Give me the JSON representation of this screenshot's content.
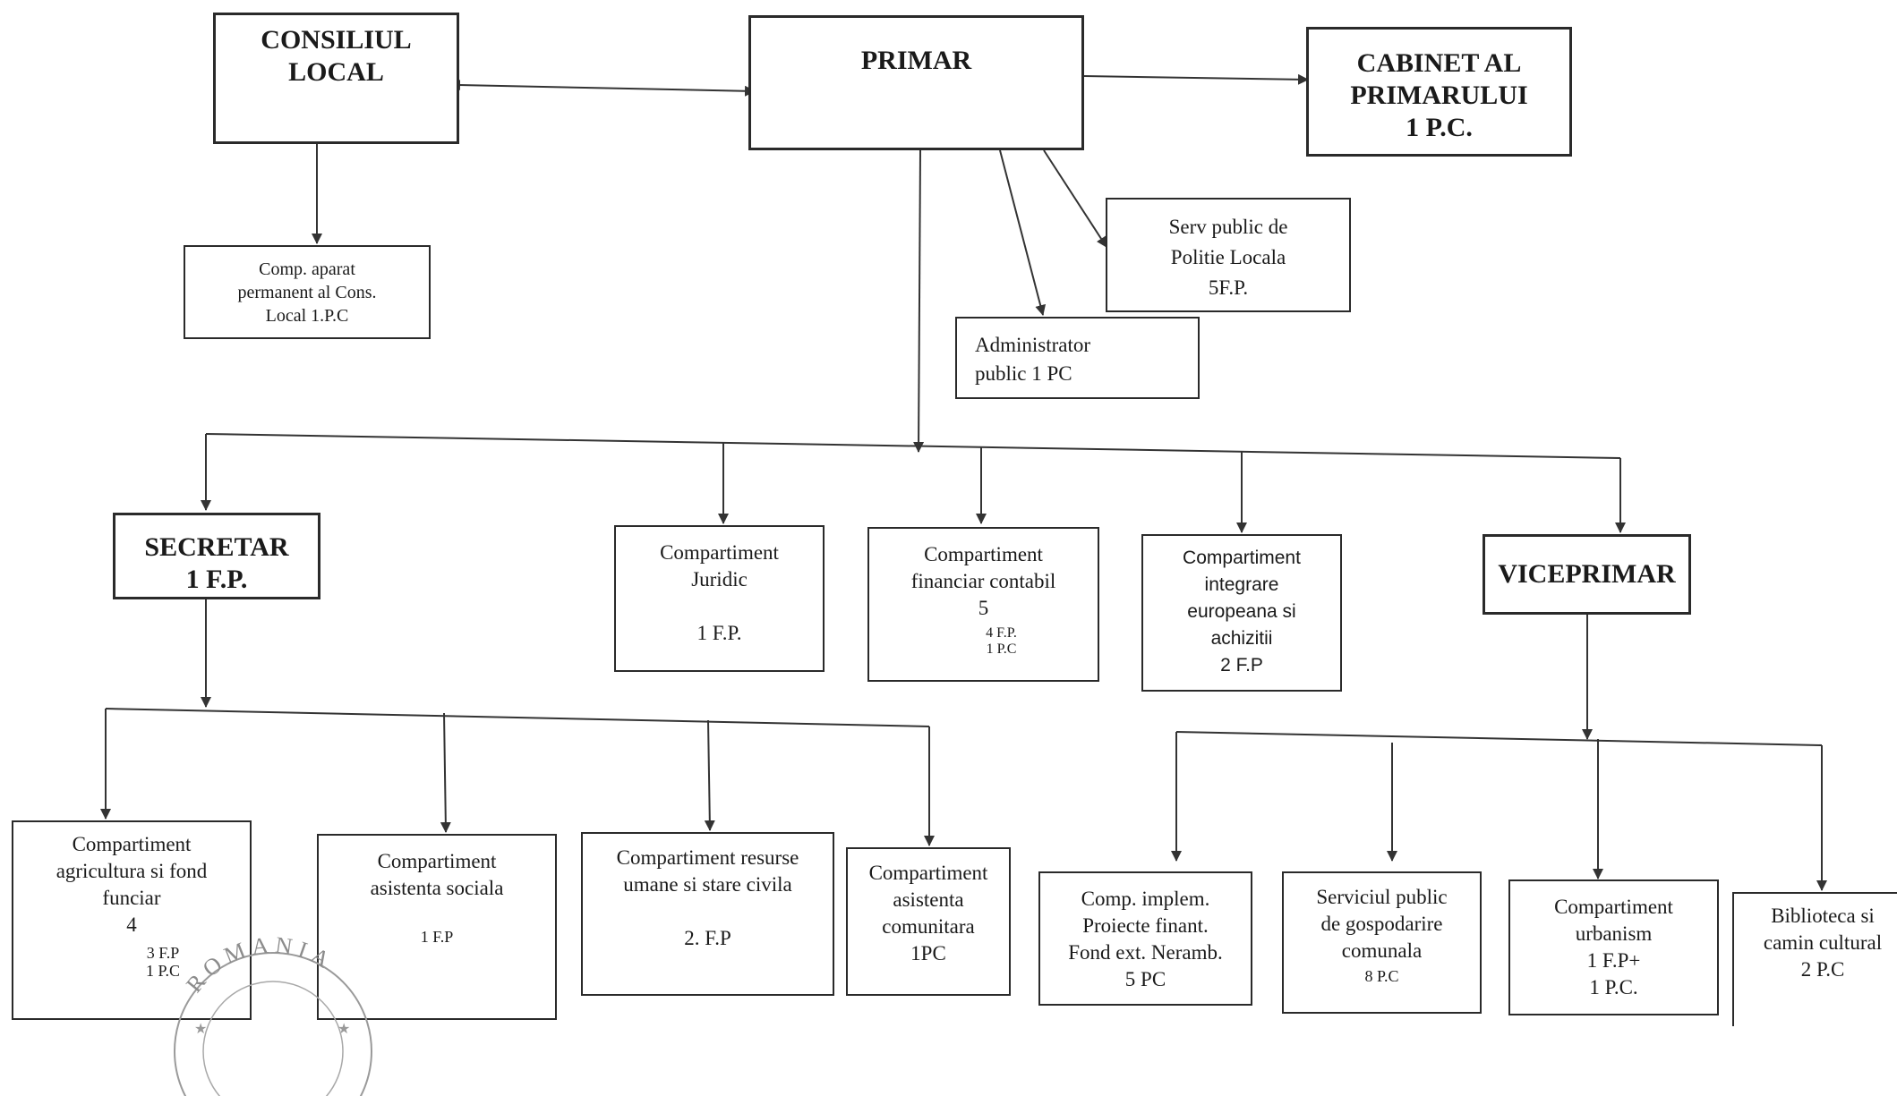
{
  "nodes": {
    "consiliul_local": "CONSILIUL\nLOCAL",
    "primar": "PRIMAR",
    "cabinet": "CABINET AL\nPRIMARULUI\n1 P.C.",
    "comp_aparat": "Comp. aparat\npermanent al Cons.\nLocal 1.P.C",
    "politie_locala": "Serv public de\nPolitie Locala\n5F.P.",
    "administrator": "Administrator\npublic 1 PC",
    "secretar": "SECRETAR\n1 F.P.",
    "juridic": "Compartiment\nJuridic\n\n1 F.P.",
    "financiar": "Compartiment\nfinanciar contabil\n5",
    "financiar_detail": "4 F.P.\n1 P.C",
    "integrare": "Compartiment\nintegrare\neuropeana si\nachizitii\n2 F.P",
    "viceprimar": "VICEPRIMAR",
    "agricultura": "Compartiment\nagricultura si fond\nfunciar\n4",
    "agricultura_detail": "3 F.P\n1 P.C",
    "asistenta_sociala": "Compartiment\nasistenta sociala",
    "asistenta_sociala_detail": "1 F.P",
    "resurse_umane": "Compartiment resurse\numane si stare civila\n\n2. F.P",
    "asistenta_comunitara": "Compartiment\nasistenta\ncomunitara\n1PC",
    "implementare": "Comp. implem.\nProiecte finant.\nFond ext. Neramb.\n5 PC",
    "gospodarire": "Serviciul  public\nde gospodarire\ncomunala",
    "gospodarire_detail": "8 P.C",
    "urbanism": "Compartiment\nurbanism\n1 F.P+\n1 P.C.",
    "biblioteca": "Biblioteca  si\ncamin cultural\n2   P.C"
  },
  "seal_text": "ROMANIA"
}
